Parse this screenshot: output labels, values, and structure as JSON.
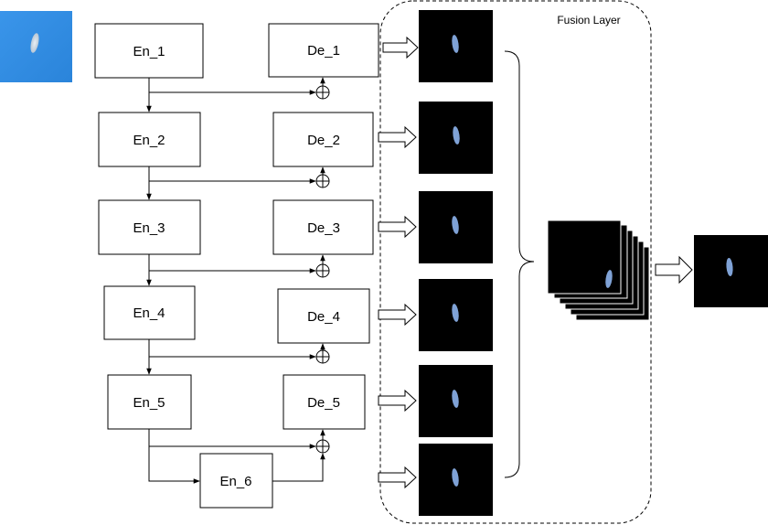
{
  "fusion_title": "Fusion Layer",
  "encoders": [
    "En_1",
    "En_2",
    "En_3",
    "En_4",
    "En_5",
    "En_6"
  ],
  "decoders": [
    "De_1",
    "De_2",
    "De_3",
    "De_4",
    "De_5"
  ],
  "colors": {
    "input_background": "#2f8de4",
    "mask_background": "#000000",
    "mask_object": "#7fa2d6",
    "line": "#000000"
  },
  "icons": {
    "skip_merge": "circled-plus-icon",
    "transfer": "hollow-arrow-icon",
    "fusion_group": "curly-brace-icon"
  }
}
